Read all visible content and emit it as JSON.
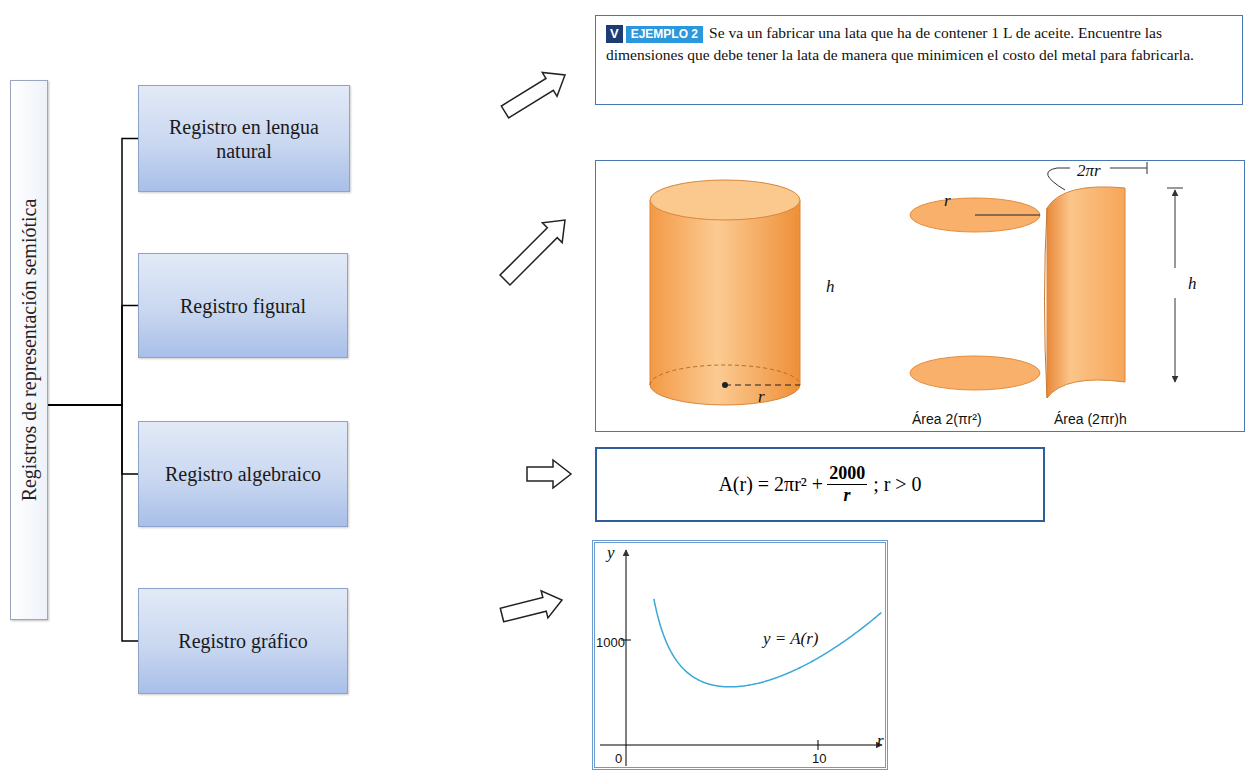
{
  "diagram": {
    "nodes": [
      {
        "text": [
          "Registros de representación semiótica"
        ]
      },
      {
        "text": [
          "Registro en lengua natural"
        ]
      },
      {
        "text": [
          "Registro figural"
        ]
      },
      {
        "text": [
          "Registro algebraico"
        ]
      },
      {
        "text": [
          "Registro gráfico"
        ]
      },
      {
        "text": [
          "V",
          "EJEMPLO 2",
          "Se va un fabricar una lata que ha de contener 1 L de aceite. Encuentre las dimensiones que debe tener la lata de manera que minimicen el costo del metal para fabricarla."
        ]
      },
      {
        "text": [
          "h",
          "r",
          "r",
          "2πr",
          "h",
          "Área 2(πr²)",
          "Área (2πr)h"
        ]
      },
      {
        "text": [
          "A(r) = 2πr² +",
          "2000",
          "r",
          "; r > 0"
        ]
      },
      {
        "text": [
          "y",
          "1000",
          "y = A(r)",
          "0",
          "10",
          "r"
        ]
      }
    ],
    "edges": [
      {
        "from": 0,
        "to": 1,
        "arrow": "none"
      },
      {
        "from": 0,
        "to": 2,
        "arrow": "none"
      },
      {
        "from": 0,
        "to": 3,
        "arrow": "none"
      },
      {
        "from": 0,
        "to": 4,
        "arrow": "none"
      },
      {
        "from": 1,
        "to": 5,
        "arrow": "to"
      },
      {
        "from": 2,
        "to": 6,
        "arrow": "to"
      },
      {
        "from": 3,
        "to": 7,
        "arrow": "to"
      },
      {
        "from": 4,
        "to": 8,
        "arrow": "to"
      }
    ]
  }
}
